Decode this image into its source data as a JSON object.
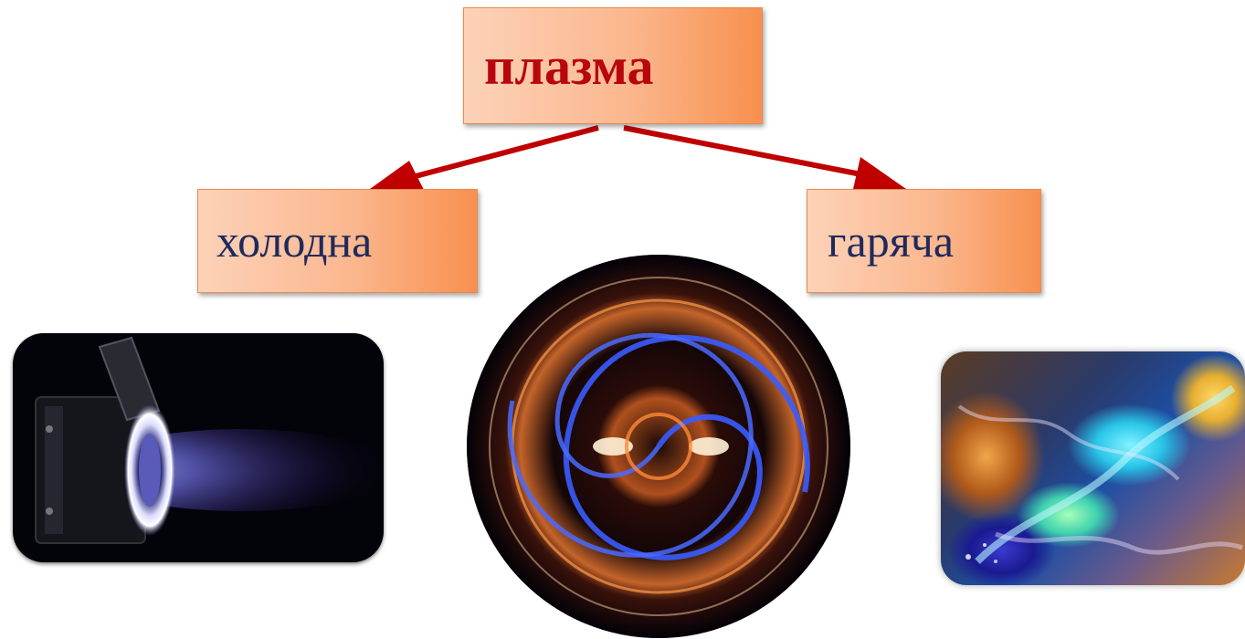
{
  "diagram": {
    "root": {
      "label": "плазма"
    },
    "children": [
      {
        "label": "холодна"
      },
      {
        "label": "гаряча"
      }
    ]
  },
  "colors": {
    "box_fill_light": "#fcd2b8",
    "box_fill_dark": "#f8904e",
    "box_border": "#e98a4f",
    "root_text": "#b8060c",
    "leaf_text": "#1e2a5c",
    "arrow": "#c00000"
  },
  "images": [
    {
      "name": "ion-thruster-photo",
      "shape": "rounded-rectangle"
    },
    {
      "name": "plasma-spiral-photo",
      "shape": "circle"
    },
    {
      "name": "fluid-plasma-photo",
      "shape": "rounded-rectangle"
    }
  ]
}
